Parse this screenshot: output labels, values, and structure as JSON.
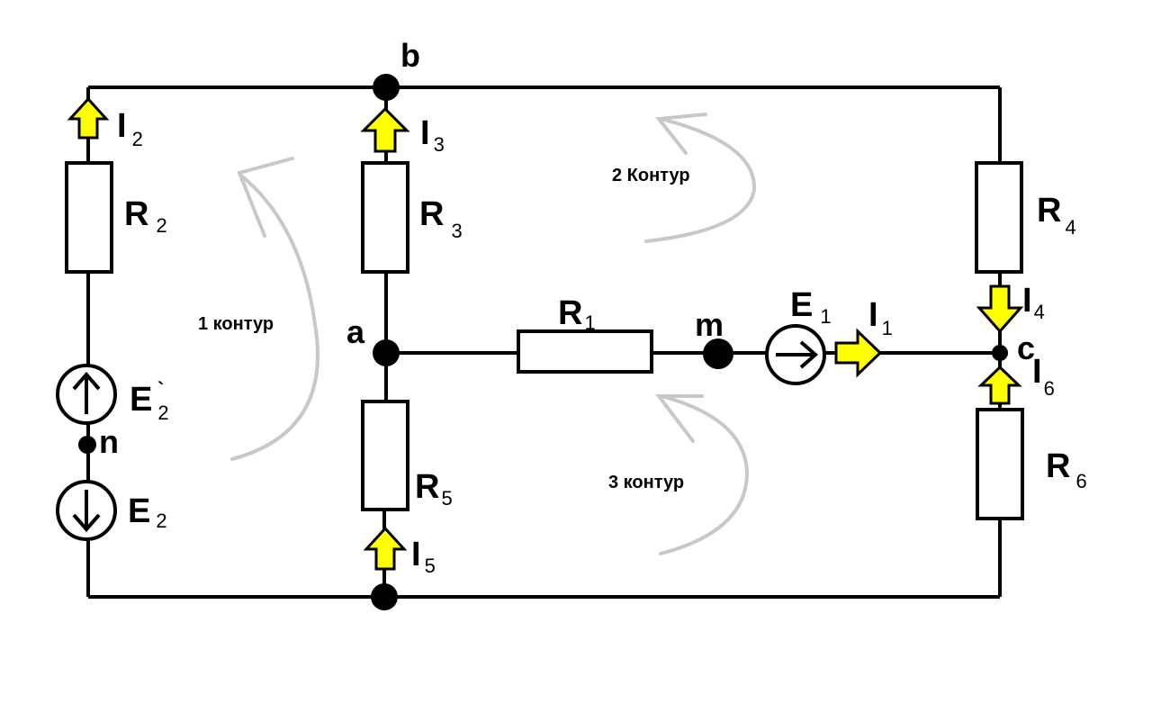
{
  "nodes": {
    "a": "a",
    "b": "b",
    "c": "c",
    "m": "m",
    "n": "n"
  },
  "resistors": {
    "r1": {
      "main": "R",
      "sub": "1"
    },
    "r2": {
      "main": "R",
      "sub": "2"
    },
    "r3": {
      "main": "R",
      "sub": "3"
    },
    "r4": {
      "main": "R",
      "sub": "4"
    },
    "r5": {
      "main": "R",
      "sub": "5"
    },
    "r6": {
      "main": "R",
      "sub": "6"
    }
  },
  "sources": {
    "e1": {
      "main": "E",
      "sub": "1"
    },
    "e2": {
      "main": "E",
      "sub": "2"
    },
    "e2prime": {
      "main": "E",
      "sub": "2",
      "mark": "`"
    }
  },
  "currents": {
    "i1": {
      "main": "I",
      "sub": "1"
    },
    "i2": {
      "main": "I",
      "sub": "2"
    },
    "i3": {
      "main": "I",
      "sub": "3"
    },
    "i4": {
      "main": "I",
      "sub": "4"
    },
    "i5": {
      "main": "I",
      "sub": "5"
    },
    "i6": {
      "main": "I",
      "sub": "6"
    }
  },
  "loops": {
    "loop1": "1 контур",
    "loop2": "2 Контур",
    "loop3": "3 контур"
  },
  "colors": {
    "current_arrow": "#ffff00",
    "loop_arrow": "#c8c8c8",
    "wire": "#000000"
  }
}
